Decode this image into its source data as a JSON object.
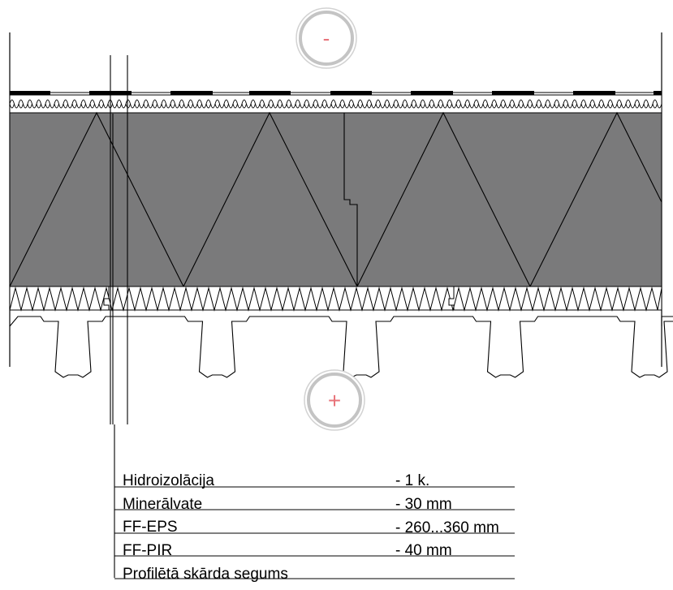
{
  "symbols": {
    "top": {
      "text": "-",
      "icon": "minus-circle-icon"
    },
    "bottom": {
      "text": "+",
      "icon": "plus-circle-icon"
    }
  },
  "legend": [
    {
      "name": "Hidroizolācija",
      "value": "- 1 k."
    },
    {
      "name": "Minerālvate",
      "value": "- 30 mm"
    },
    {
      "name": "FF-EPS",
      "value": "- 260...360 mm"
    },
    {
      "name": "FF-PIR",
      "value": "- 40 mm"
    },
    {
      "name": "Profilētā skārda segums",
      "value": ""
    }
  ],
  "colors": {
    "eps_fill": "#7a7a7b",
    "line": "#000000",
    "circle_ring": "#c9c9c9",
    "symbol": "#e8737a"
  }
}
